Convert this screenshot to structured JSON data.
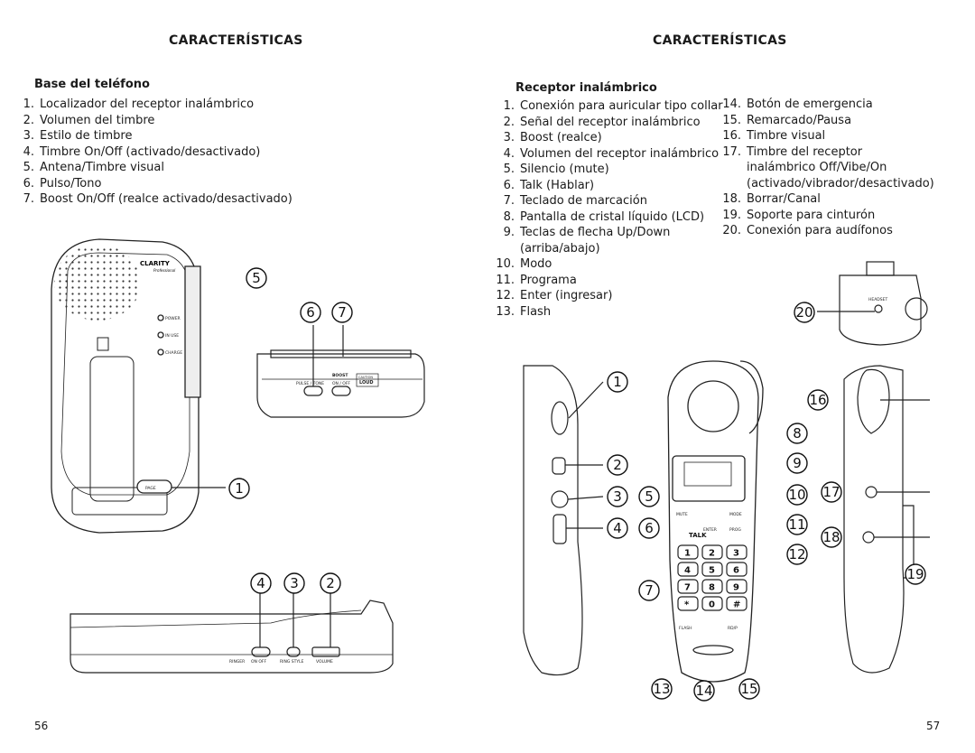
{
  "left": {
    "heading": "CARACTERÍSTICAS",
    "section_title": "Base del teléfono",
    "items": [
      {
        "n": "1.",
        "text": "Localizador del receptor inalámbrico"
      },
      {
        "n": "2.",
        "text": "Volumen del timbre"
      },
      {
        "n": "3.",
        "text": "Estilo de timbre"
      },
      {
        "n": "4.",
        "text": "Timbre On/Off (activado/desactivado)"
      },
      {
        "n": "5.",
        "text": "Antena/Timbre visual"
      },
      {
        "n": "6.",
        "text": "Pulso/Tono"
      },
      {
        "n": "7.",
        "text": "Boost On/Off (realce activado/desactivado)"
      }
    ],
    "page_number": "56"
  },
  "right": {
    "heading": "CARACTERÍSTICAS",
    "section_title": "Receptor inalámbrico",
    "items_col1": [
      {
        "n": "1.",
        "text": "Conexión para auricular tipo collar"
      },
      {
        "n": "2.",
        "text": "Señal del receptor inalámbrico"
      },
      {
        "n": "3.",
        "text": "Boost (realce)"
      },
      {
        "n": "4.",
        "text": "Volumen del receptor inalámbrico"
      },
      {
        "n": "5.",
        "text": "Silencio (mute)"
      },
      {
        "n": "6.",
        "text": "Talk (Hablar)"
      },
      {
        "n": "7.",
        "text": "Teclado de marcación"
      },
      {
        "n": "8.",
        "text": "Pantalla de cristal líquido (LCD)"
      },
      {
        "n": "9.",
        "text": "Teclas de flecha Up/Down"
      },
      {
        "n": "",
        "text": "(arriba/abajo)"
      },
      {
        "n": "10.",
        "text": "Modo"
      },
      {
        "n": "11.",
        "text": "Programa"
      },
      {
        "n": "12.",
        "text": "Enter (ingresar)"
      },
      {
        "n": "13.",
        "text": "Flash"
      }
    ],
    "items_col2": [
      {
        "n": "14.",
        "text": "Botón de emergencia"
      },
      {
        "n": "15.",
        "text": "Remarcado/Pausa"
      },
      {
        "n": "16.",
        "text": "Timbre visual"
      },
      {
        "n": "17.",
        "text": "Timbre del receptor"
      },
      {
        "n": "",
        "text": "inalámbrico Off/Vibe/On"
      },
      {
        "n": "",
        "text": "(activado/vibrador/desactivado)"
      },
      {
        "n": "18.",
        "text": "Borrar/Canal"
      },
      {
        "n": "19.",
        "text": "Soporte para cinturón"
      },
      {
        "n": "20.",
        "text": "Conexión para audífonos"
      }
    ],
    "page_number": "57"
  },
  "diagram": {
    "callouts": [
      "1",
      "2",
      "3",
      "4",
      "5",
      "6",
      "7",
      "8",
      "9",
      "10",
      "11",
      "12",
      "13",
      "14",
      "15",
      "16",
      "17",
      "18",
      "19",
      "20"
    ],
    "base_labels": {
      "brand": "CLARITY",
      "brand_sub": "Professional",
      "power": "POWER",
      "in_use": "IN USE",
      "charge": "CHARGE",
      "page": "PAGE",
      "pulse_tone": "PULSE / TONE",
      "boost": "BOOST",
      "boost_onoff": "ON / OFF",
      "caution": "CAUTION",
      "loud": "LOUD",
      "volume": "VOLUME",
      "ringer": "RINGER",
      "ringer_onoff": "ON  OFF",
      "ring_style": "RING STYLE",
      "volume2": "VOLUME",
      "headset": "HEADSET"
    },
    "handset_keys": [
      "1",
      "2",
      "3",
      "4",
      "5",
      "6",
      "7",
      "8",
      "9",
      "*",
      "0",
      "#"
    ],
    "handset_buttons": {
      "talk": "TALK",
      "mute": "MUTE",
      "mode": "MODE",
      "enter": "ENTER",
      "prog": "PROG",
      "flash": "FLASH",
      "redial": "RD/P"
    }
  }
}
